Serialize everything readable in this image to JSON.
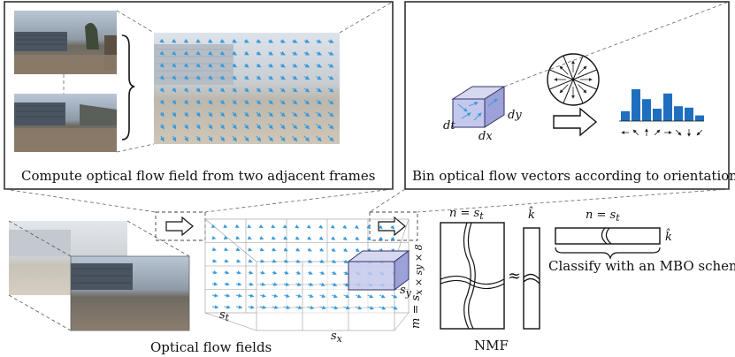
{
  "captions": {
    "top_left": "Compute optical flow field from two adjacent frames",
    "top_right": "Bin optical flow vectors according to orientations",
    "optical_flow_fields": "Optical flow fields",
    "nmf": "NMF",
    "classify": "Classify with an MBO scheme"
  },
  "math": {
    "n_eq_st_left": "n = s",
    "n_eq_st_right": "n = s",
    "t_sub": "t",
    "m_label": "m = s",
    "m_label_rest": "x × s",
    "m_label_end": "y × 8",
    "khat": "k̂",
    "approx": "≈",
    "st": "s",
    "sx": "s",
    "sy": "s",
    "x_sub": "x",
    "y_sub": "y",
    "dt": "dt",
    "dx": "dx",
    "dy": "dy"
  },
  "histogram": {
    "bins": [
      0.28,
      0.9,
      0.62,
      0.35,
      0.78,
      0.42,
      0.38,
      0.16
    ],
    "color": "#1f6fbf"
  },
  "colors": {
    "flow_arrow": "#3a9ad9",
    "cube_face": "#b9bde6",
    "cube_edge": "#333366"
  }
}
